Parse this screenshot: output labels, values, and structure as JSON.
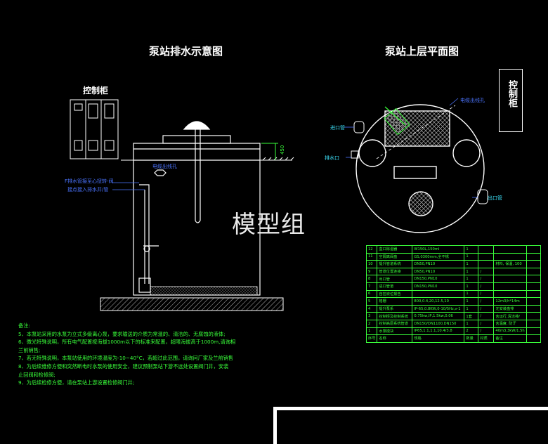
{
  "titles": {
    "left": "泵站排水示意图",
    "right": "泵站上层平面图"
  },
  "labels": {
    "control_cabinet": "控制柜",
    "cabinet_right": "控制柜",
    "cable_hole_left": "电缆出线孔",
    "cable_hole_right": "电缆出线孔",
    "pipe_note_1": "F排水管接至心扭转-阀",
    "pipe_note_2": "接点接入排水井/管",
    "inlet": "进口管",
    "outlet": "出口管",
    "drain": "排水口",
    "dim": "450",
    "watermark": "模型组"
  },
  "notes": {
    "heading": "备注:",
    "lines": [
      "5、本泵站采用的水泵为立式多级离心泵，要求输送的介质为常温的、清洁的、无腐蚀的液体;",
      "6、微光特殊说明，所有电气配置按海拔1000m以下的标准来配置，超限海拔高于1000m,请询相",
      "兰前销售;",
      "7、若无特殊说明，本泵站使用的环境温度为-10~40°C，若超过此范围，请询问厂家及兰前销售",
      "8、为后续维修方便和突然断电时水泵的使用安全，建议预制泵站下游不远处设置阀门井，安装",
      "止回阀和检修阀;",
      "9、为后续检修方便，请在泵站上游设置检修阀门井;"
    ]
  },
  "bom": {
    "rows": [
      [
        "12",
        "盒口除湿器",
        "W150L,150ml",
        "1",
        "",
        "",
        ""
      ],
      [
        "11",
        "空隔离阀盘",
        "GS,0300mm,全不锈",
        "1",
        "",
        "",
        ""
      ],
      [
        "10",
        "提升管道系统",
        "DN50,PN10",
        "1",
        "",
        "材料, 保温, 100",
        ""
      ],
      [
        "9",
        "管道位置连接",
        "DN50,PN10",
        "1",
        "/",
        "",
        ""
      ],
      [
        "8",
        "出口管",
        "DN150,PN10",
        "1",
        "/",
        "",
        ""
      ],
      [
        "7",
        "进口管道",
        "DN150,PN10",
        "1",
        "/",
        "",
        ""
      ],
      [
        "6",
        "自控液位报告",
        "",
        "1",
        "/",
        "",
        ""
      ],
      [
        "5",
        "格栅",
        "800,0.4,20,12.5,10",
        "1",
        "/",
        "12m3/h*14m",
        ""
      ],
      [
        "4",
        "提升泵系",
        "IP-65,0.8KW,0-10/5Hz,v-1",
        "1",
        "/",
        "无安装盘排",
        ""
      ],
      [
        "3",
        "控制柜及控制系统",
        "0.75kw,IP,1.5kw,0.06",
        "1套",
        "/",
        "含运行,清洁排/",
        ""
      ],
      [
        "2",
        "控制高层系统管道",
        "DN150/DN1100,DN150",
        "1",
        "/",
        "含温度, 防汗",
        ""
      ],
      [
        "1",
        "水泵模块",
        "IP65,1.1,1.1,10.4/3.8",
        "2",
        "/",
        "40m3,3kW/1.5h",
        ""
      ]
    ],
    "header": [
      "序号",
      "名称",
      "规格",
      "数量",
      "材质",
      "备注",
      ""
    ]
  },
  "colors": {
    "green": "#39ff3a",
    "blue": "#4b74ff",
    "cyan": "#3ee6ff",
    "white": "#ffffff",
    "hatch": "#c8c8c8"
  }
}
